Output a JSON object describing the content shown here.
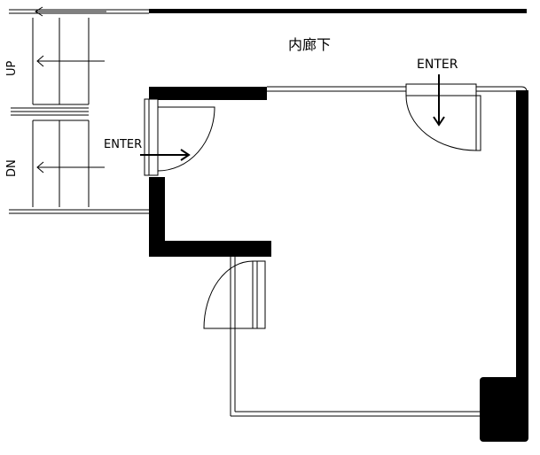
{
  "labels": {
    "corridor": "内廊下",
    "enter_top": "ENTER",
    "enter_left": "ENTER",
    "stair_up": "UP",
    "stair_down": "DN"
  },
  "colors": {
    "wall": "#000000",
    "line": "#000000",
    "background": "#ffffff"
  },
  "icons": {
    "entry_arrow_top": "arrow-down-icon",
    "entry_arrow_left": "arrow-right-icon",
    "stair_arrow": "arrow-left-icon"
  }
}
